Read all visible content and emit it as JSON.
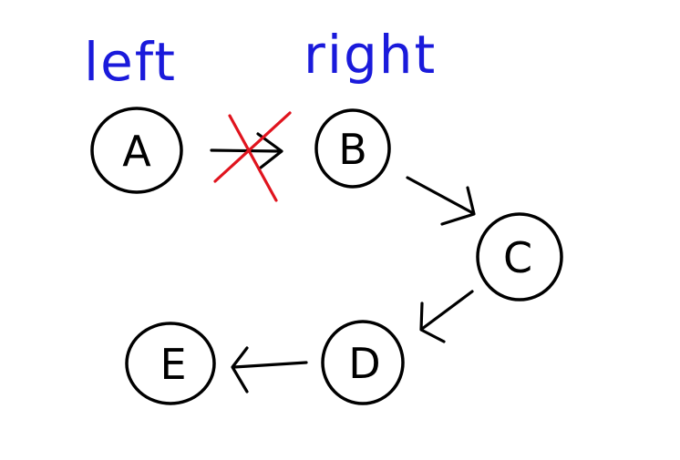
{
  "labels": {
    "left": "left",
    "right": "right"
  },
  "nodes": [
    {
      "id": "A",
      "label": "A"
    },
    {
      "id": "B",
      "label": "B"
    },
    {
      "id": "C",
      "label": "C"
    },
    {
      "id": "D",
      "label": "D"
    },
    {
      "id": "E",
      "label": "E"
    }
  ],
  "edges": [
    {
      "from": "A",
      "to": "B",
      "crossed_out": true
    },
    {
      "from": "B",
      "to": "C",
      "crossed_out": false
    },
    {
      "from": "C",
      "to": "D",
      "crossed_out": false
    },
    {
      "from": "D",
      "to": "E",
      "crossed_out": false
    }
  ],
  "colors": {
    "ink": "#000000",
    "label_ink": "#1a1adb",
    "cross": "#e0141e",
    "background": "#ffffff"
  }
}
